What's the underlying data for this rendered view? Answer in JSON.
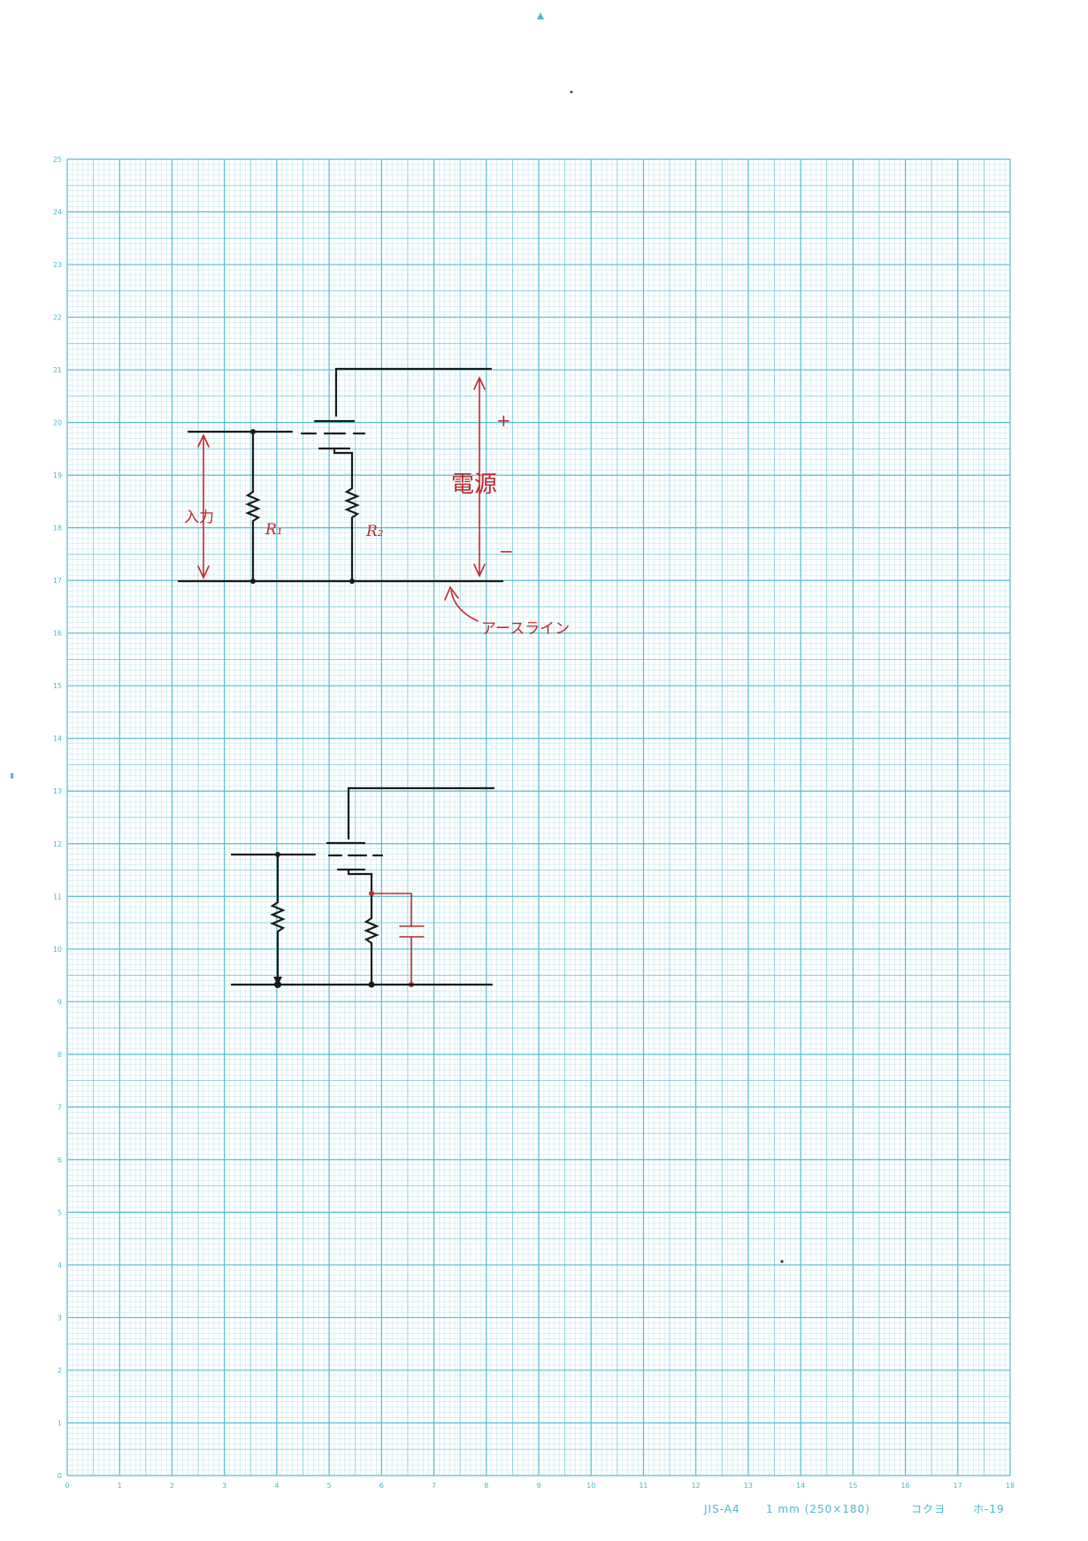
{
  "sheet": {
    "y_axis_labels": [
      "0",
      "1",
      "2",
      "3",
      "4",
      "5",
      "6",
      "7",
      "8",
      "9",
      "10",
      "11",
      "12",
      "13",
      "14",
      "15",
      "16",
      "17",
      "18",
      "19",
      "20",
      "21",
      "22",
      "23",
      "24",
      "25"
    ],
    "x_axis_labels": [
      "0",
      "1",
      "2",
      "3",
      "4",
      "5",
      "6",
      "7",
      "8",
      "9",
      "10",
      "11",
      "12",
      "13",
      "14",
      "15",
      "16",
      "17",
      "18"
    ],
    "footer": {
      "paper_size": "JIS-A4",
      "grid_spec": "1 mm (250×180)",
      "brand": "コクヨ",
      "code": "ホ-19"
    },
    "colors": {
      "grid": "#4bb8cc",
      "ink": "#1a1a1a",
      "red_ink": "#c0272d"
    }
  },
  "diagram1": {
    "label_r1": "R₁",
    "label_r2": "R₂",
    "label_input": "入力",
    "label_power": "電源",
    "label_plus": "+",
    "label_minus": "−",
    "label_ground": "アースライン"
  }
}
